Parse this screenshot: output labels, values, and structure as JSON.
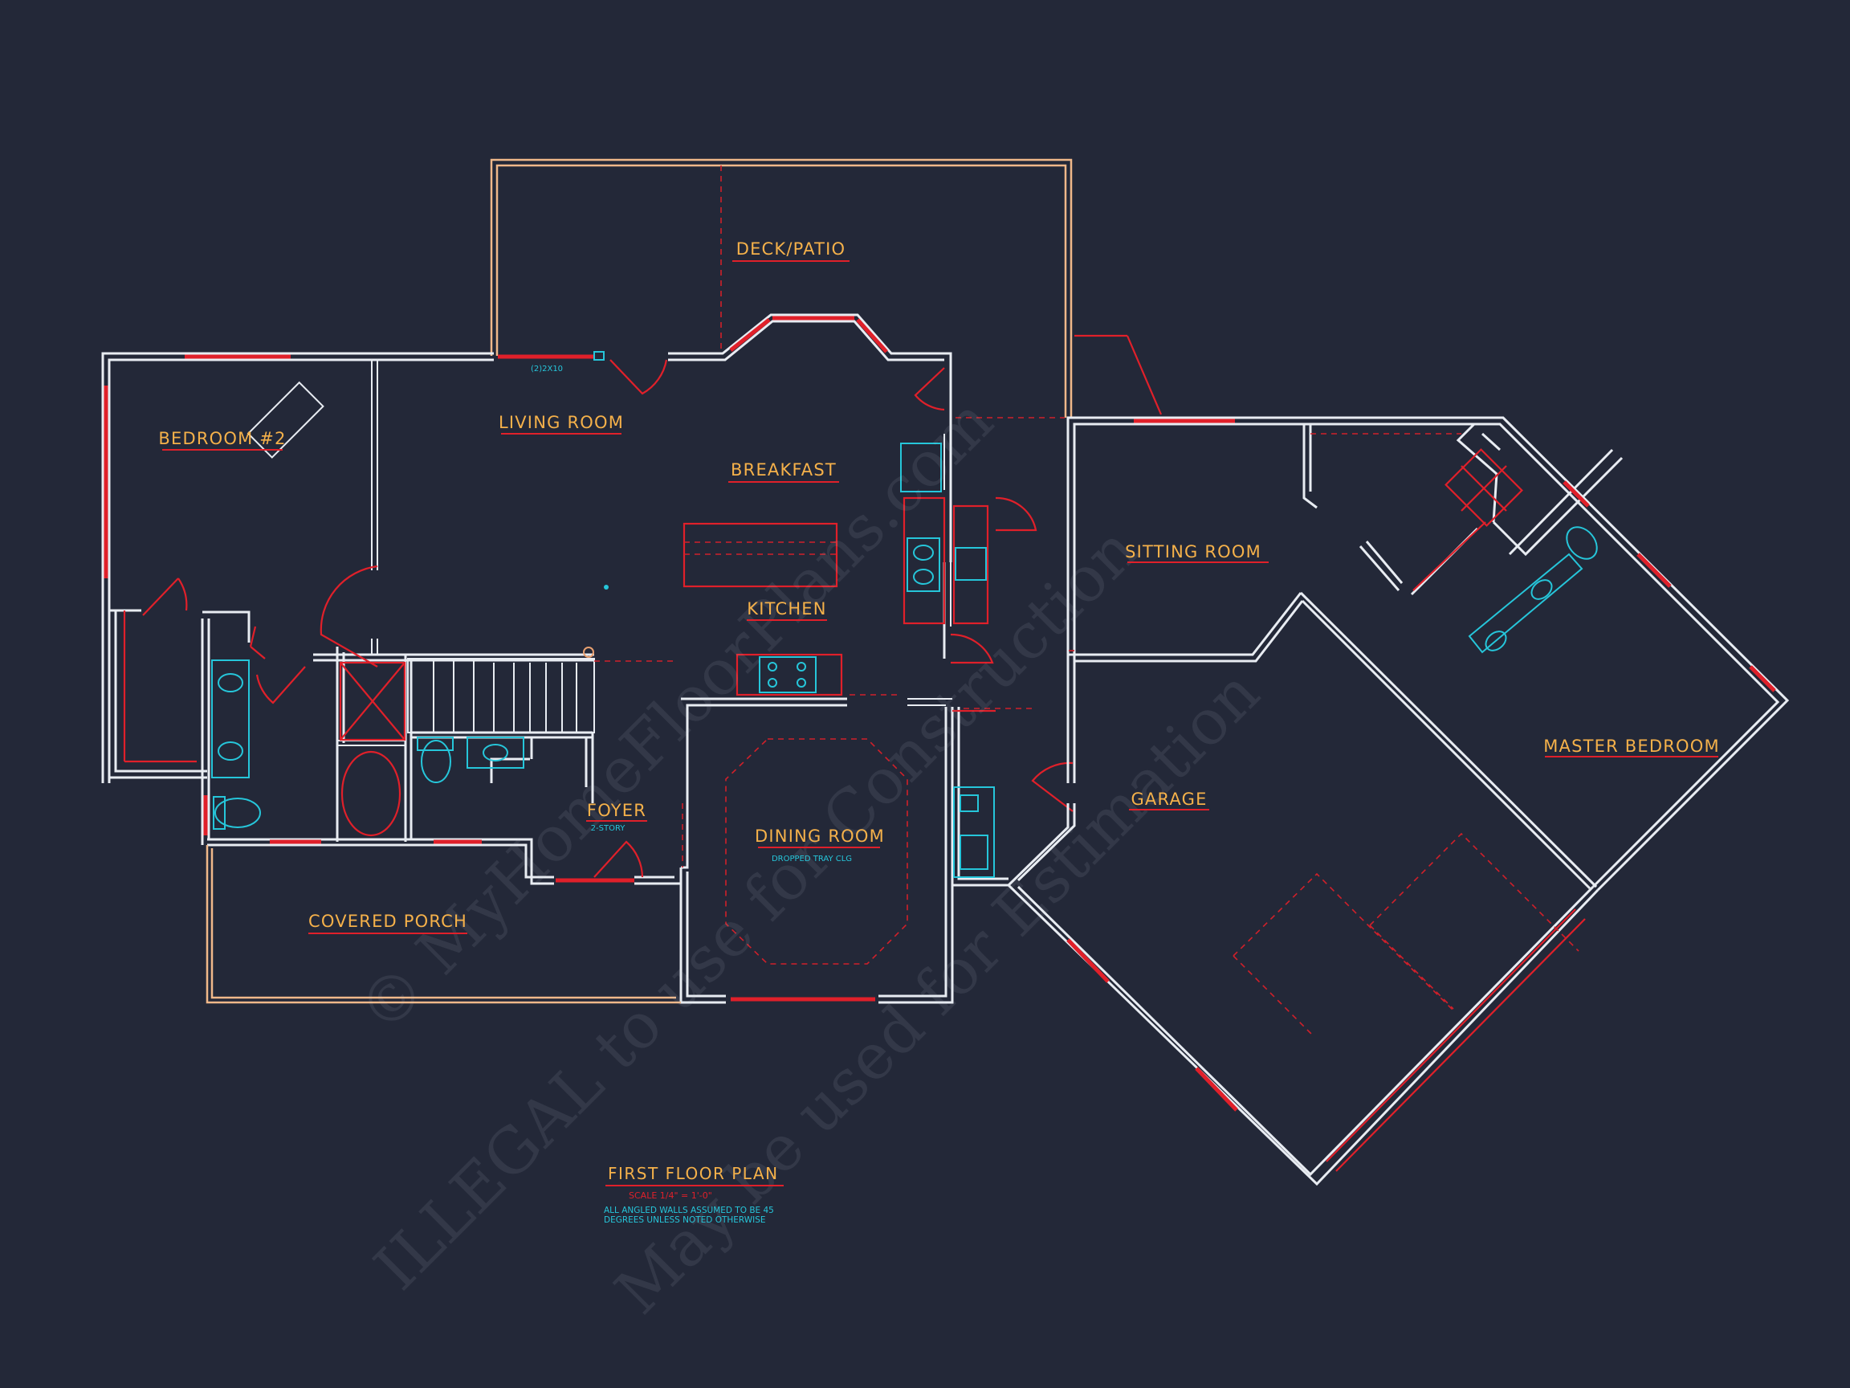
{
  "plan": {
    "title": "FIRST FLOOR PLAN",
    "scale": "SCALE 1/4\" = 1'-0\"",
    "note_line1": "ALL ANGLED WALLS ASSUMED TO BE 45",
    "note_line2": "DEGREES UNLESS NOTED OTHERWISE"
  },
  "rooms": {
    "deck": "DECK/PATIO",
    "bedroom2": "BEDROOM #2",
    "living": "LIVING ROOM",
    "breakfast": "BREAKFAST",
    "kitchen": "KITCHEN",
    "foyer": "FOYER",
    "foyer_sub": "2-STORY",
    "dining": "DINING ROOM",
    "dining_sub": "DROPPED TRAY CLG",
    "porch": "COVERED PORCH",
    "sitting": "SITTING ROOM",
    "garage": "GARAGE",
    "master": "MASTER BEDROOM"
  },
  "annotations": {
    "beam": "(2)2X10"
  },
  "watermark": {
    "line1": "© MyHomeFloorPlans.com",
    "line2": "ILLEGAL to use for Construction",
    "line3": "May be used for Estimation"
  },
  "colors": {
    "background": "#232838",
    "walls": "#e8ecf2",
    "windows": "#e0202a",
    "labels": "#f5b14a",
    "fixtures": "#26c6da"
  }
}
